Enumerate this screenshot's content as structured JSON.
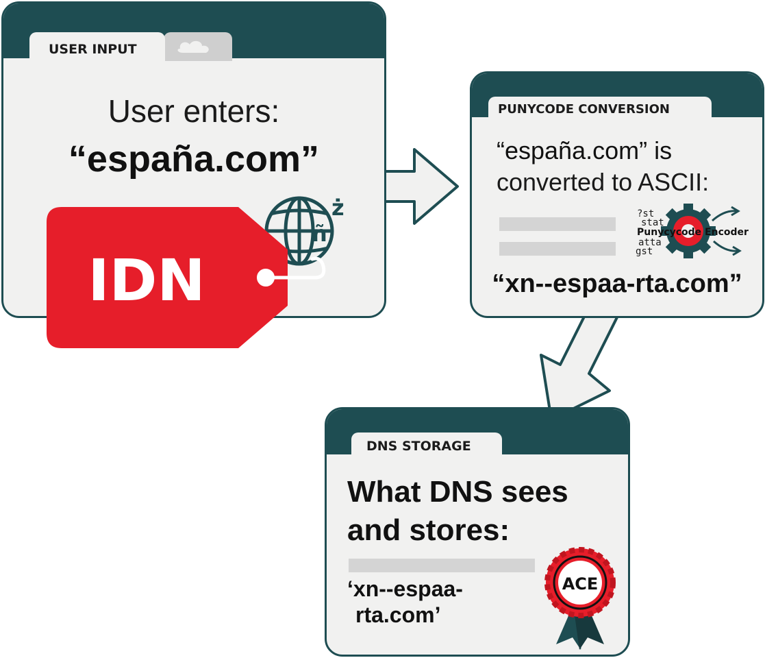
{
  "user_input": {
    "tab_label": "USER INPUT",
    "line1": "User enters:",
    "domain": "“españa.com”",
    "tag_label": "IDN",
    "globe_chars": [
      "ż",
      "ñ"
    ]
  },
  "punycode": {
    "tab_label": "PUNYCODE CONVERSION",
    "line1": "“españa.com” is",
    "line2": "converted to ASCII:",
    "encoder_label": "Punycycode Encoder",
    "encoder_noise": [
      "?st",
      "stat",
      "atta",
      "gst"
    ],
    "result": "“xn--espaa-rta.com”"
  },
  "dns_storage": {
    "tab_label": "DNS STORAGE",
    "line1": "What DNS sees",
    "line2": "and stores:",
    "value_line1": "‘xn--espaa-",
    "value_line2": "rta.com’",
    "badge_label": "ACE"
  },
  "colors": {
    "teal": "#1e4d52",
    "panel_bg": "#f1f1f0",
    "red": "#e61e2a"
  }
}
